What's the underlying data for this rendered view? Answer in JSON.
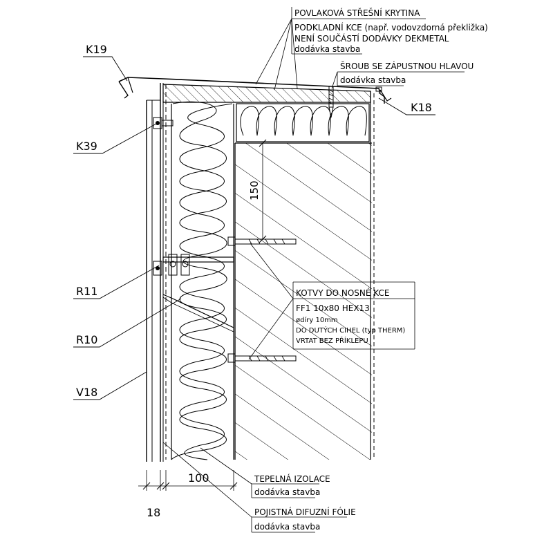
{
  "callouts": {
    "roof_membrane": "POVLAKOVÁ STŘEŠNÍ KRYTINA",
    "substrate": "PODKLADNÍ KCE (např. vodovzdorná překližka)",
    "not_supplied": "NENÍ SOUČÁSTÍ DODÁVKY DEKMETAL",
    "supply_roof": "dodávka stavba",
    "screw": "ŠROUB SE ZÁPUSTNOU HLAVOU",
    "supply_screw": "dodávka stavba",
    "anchors_title": "KOTVY DO NOSNÉ KCE",
    "anchors_line1": "FF1 10x80 HEX13",
    "anchors_line2": "ødíry 10mm",
    "anchors_line3": "DO DUTÝCH CIHEL (typ THERM)",
    "anchors_line4": "VRTAT BEZ PŘÍKLEPU",
    "insulation": "TEPELNÁ IZOLACE",
    "supply_insulation": "dodávka stavba",
    "foil": "POJISTNÁ DIFUZNÍ FÓLIE",
    "supply_foil": "dodávka stavba"
  },
  "tags": {
    "k19": "K19",
    "k18": "K18",
    "k39": "K39",
    "r11": "R11",
    "r10": "R10",
    "v18": "V18"
  },
  "dimensions": {
    "d150": "150",
    "d100": "100",
    "d18": "18"
  }
}
